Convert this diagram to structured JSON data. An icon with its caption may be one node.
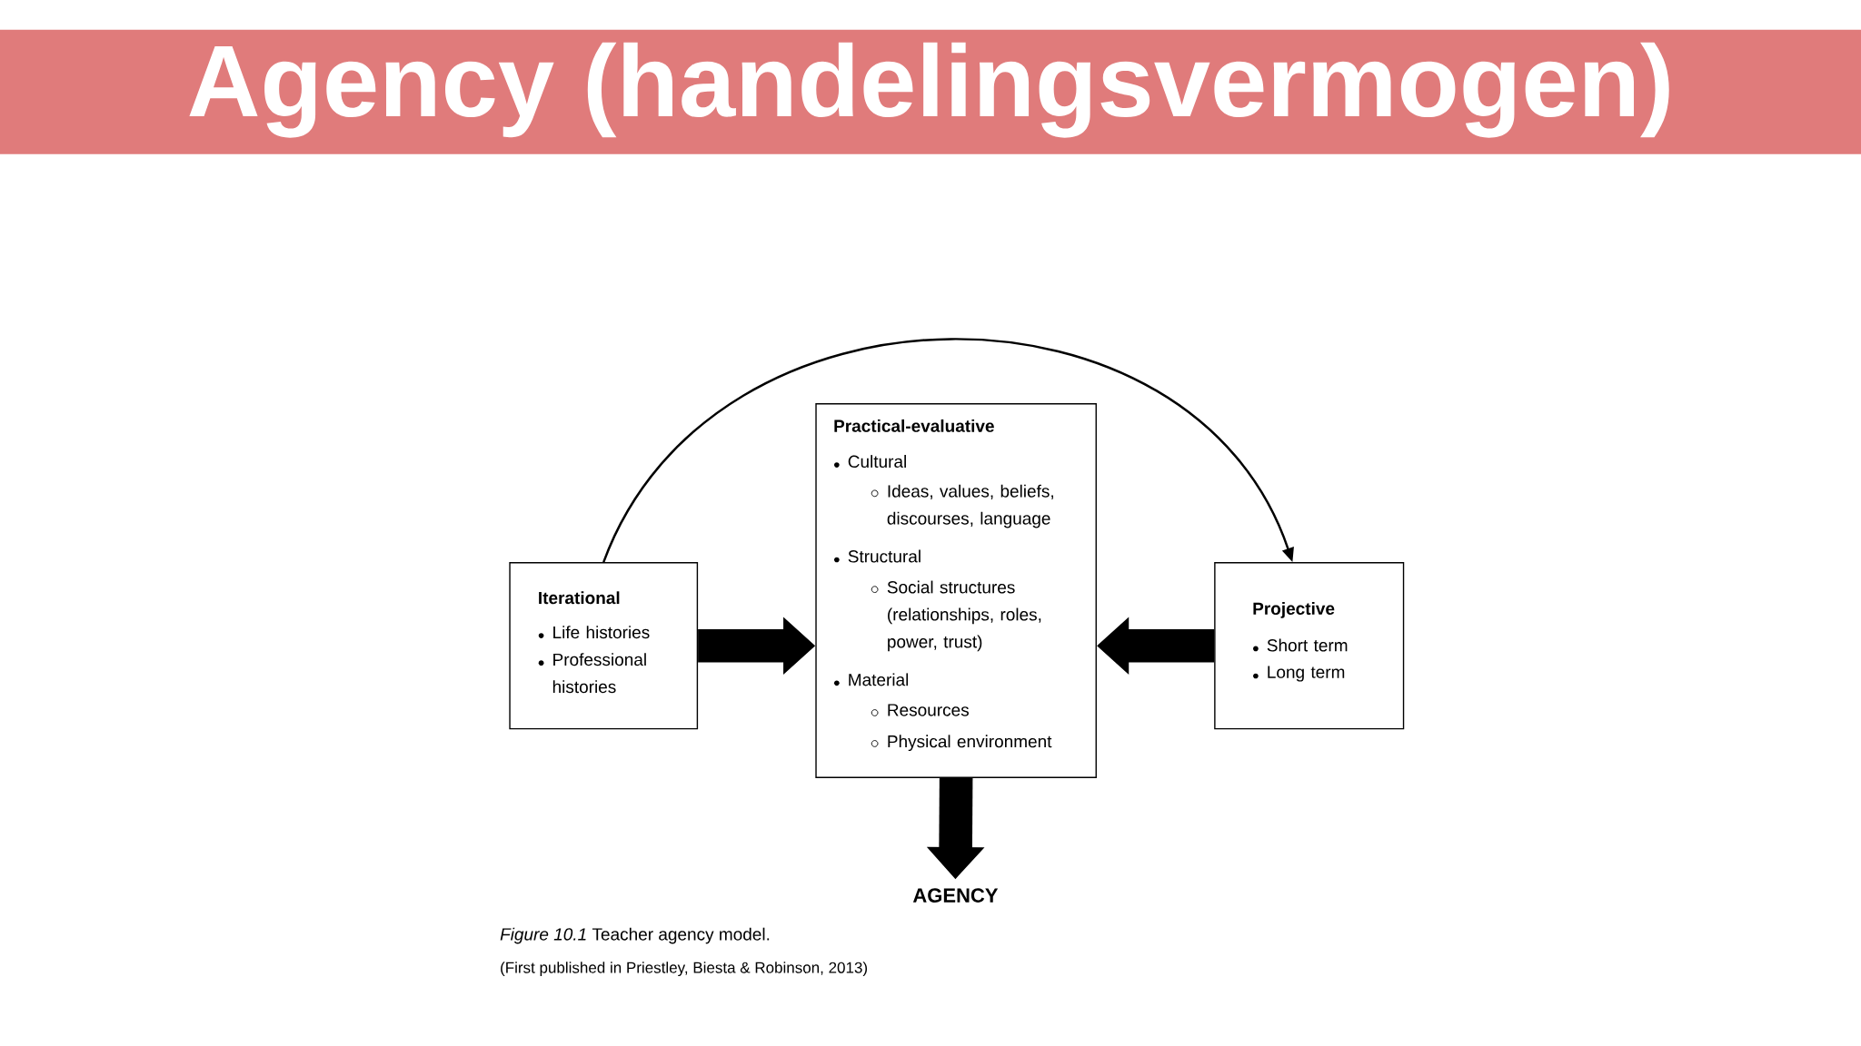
{
  "diagram": {
    "title": "Agency (handelingsvermogen)",
    "caption": "*Figure 10.1* Teacher agency model.",
    "nodes": [
      {
        "text": [
          "Iterational",
          "Life histories",
          "Professional histories"
        ]
      },
      {
        "text": [
          "Practical-evaluative",
          "Cultural",
          "Ideas, values, beliefs, discourses, language",
          "Structural",
          "Social structures (relationships, roles, power, trust)",
          "Material",
          "Resources",
          "Physical environment"
        ]
      },
      {
        "text": [
          "Projective",
          "Short term",
          "Long term"
        ]
      },
      {
        "text": [
          "AGENCY"
        ]
      }
    ],
    "edges": [
      {
        "from": 0,
        "to": 1,
        "arrow": "to"
      },
      {
        "from": 2,
        "to": 1,
        "arrow": "to"
      },
      {
        "from": 1,
        "to": 3,
        "arrow": "to"
      },
      {
        "from": 0,
        "to": 2,
        "arrow": "to"
      }
    ],
    "labels": [
      "(First published in Priestley, Biesta & Robinson, 2013)"
    ]
  }
}
